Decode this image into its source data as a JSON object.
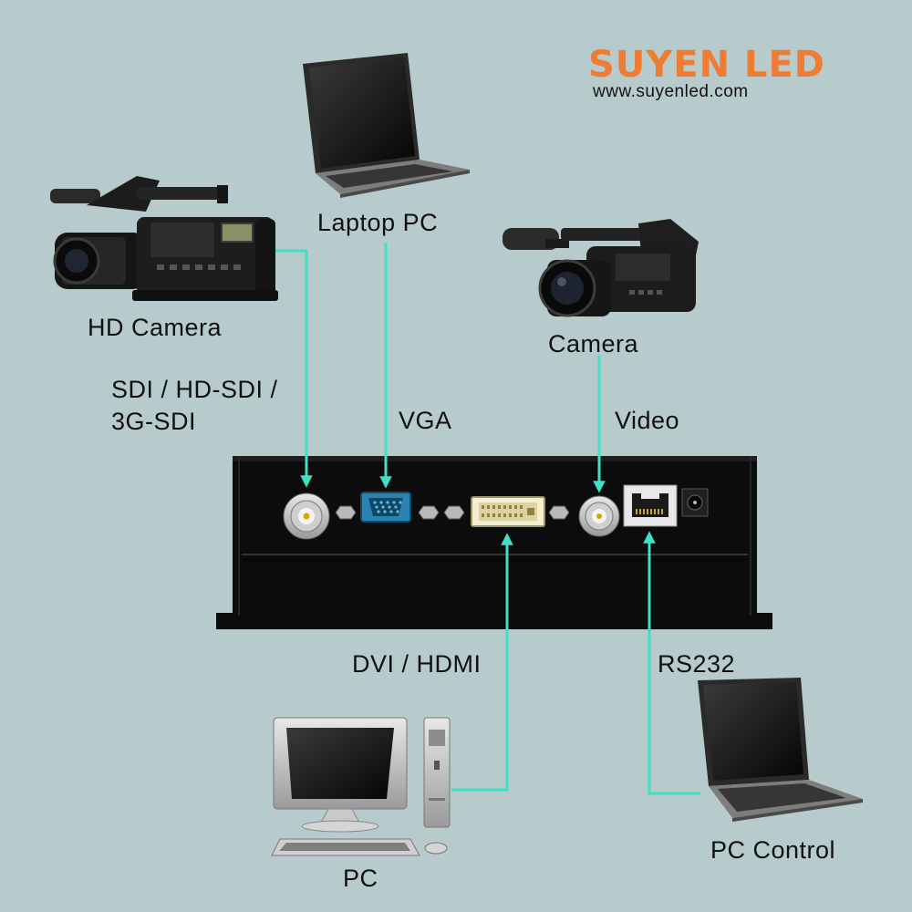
{
  "brand": {
    "name": "SUYEN LED",
    "url": "www.suyenled.com",
    "color": "#ee7d33"
  },
  "colors": {
    "background": "#b7cbcc",
    "connector": "#3fe0c5",
    "box": "#0c0c0c"
  },
  "devices": {
    "hd_camera": "HD Camera",
    "laptop": "Laptop PC",
    "camera": "Camera",
    "pc": "PC",
    "pc_control": "PC Control"
  },
  "signals": {
    "sdi_line1": "SDI / HD-SDI /",
    "sdi_line2": "3G-SDI",
    "vga": "VGA",
    "video": "Video",
    "dvi_hdmi": "DVI / HDMI",
    "rs232": "RS232"
  },
  "icons": [
    "hd-camera-icon",
    "laptop-icon",
    "camera-icon",
    "pc-icon",
    "laptop-icon",
    "bnc-connector-icon",
    "vga-port-icon",
    "dvi-port-icon",
    "rj45-port-icon",
    "dc-jack-icon"
  ]
}
